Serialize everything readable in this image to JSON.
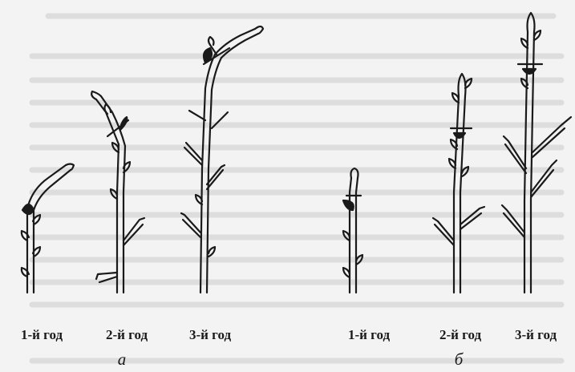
{
  "groups": [
    {
      "letter": "а",
      "stages": [
        {
          "label": "1-й год"
        },
        {
          "label": "2-й год"
        },
        {
          "label": "3-й год"
        }
      ]
    },
    {
      "letter": "б",
      "stages": [
        {
          "label": "1-й год"
        },
        {
          "label": "2-й год"
        },
        {
          "label": "3-й год"
        }
      ]
    }
  ],
  "colors": {
    "ink": "#1a1a1a",
    "paper": "#f3f3f3",
    "bleed_text": "#cfcfcf"
  }
}
